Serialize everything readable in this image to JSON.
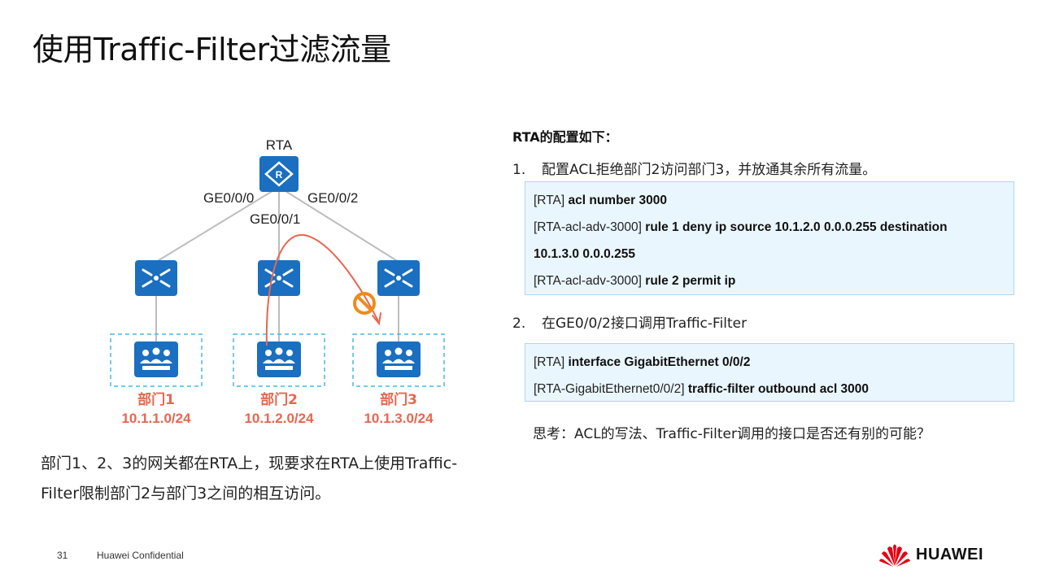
{
  "title": "使用Traffic-Filter过滤流量",
  "topology": {
    "router_label": "RTA",
    "interfaces": [
      "GE0/0/0",
      "GE0/0/1",
      "GE0/0/2"
    ],
    "departments": [
      {
        "name": "部门1",
        "network": "10.1.1.0/24"
      },
      {
        "name": "部门2",
        "network": "10.1.2.0/24"
      },
      {
        "name": "部门3",
        "network": "10.1.3.0/24"
      }
    ],
    "colors": {
      "device": "#1a6fc0",
      "link": "#bdbdbd",
      "accent": "#e8664f",
      "dashed": "#4bb6e6"
    }
  },
  "description": {
    "line1": "部门1、2、3的网关都在RTA上，现要求在RTA上使用Traffic-",
    "line2": "Filter限制部门2与部门3之间的相互访问。"
  },
  "config": {
    "heading": "RTA的配置如下：",
    "step1": {
      "num": "1.",
      "text": "配置ACL拒绝部门2访问部门3，并放通其余所有流量。"
    },
    "box1": [
      {
        "prompt": "[RTA]",
        "cmd": "acl number 3000"
      },
      {
        "prompt": "[RTA-acl-adv-3000]",
        "cmd": "rule 1 deny ip source 10.1.2.0 0.0.0.255 destination"
      },
      {
        "prompt": "",
        "cmd": "10.1.3.0 0.0.0.255"
      },
      {
        "prompt": "[RTA-acl-adv-3000]",
        "cmd": "rule 2 permit ip"
      }
    ],
    "step2": {
      "num": "2.",
      "text": "在GE0/0/2接口调用Traffic-Filter"
    },
    "box2": [
      {
        "prompt": "[RTA]",
        "cmd": "interface GigabitEthernet 0/0/2"
      },
      {
        "prompt": "[RTA-GigabitEthernet0/0/2]",
        "cmd": "traffic-filter outbound acl 3000"
      }
    ],
    "think": "思考：ACL的写法、Traffic-Filter调用的接口是否还有别的可能？"
  },
  "footer": {
    "page": "31",
    "confidential": "Huawei Confidential",
    "brand": "HUAWEI",
    "brand_color": "#e60012"
  }
}
